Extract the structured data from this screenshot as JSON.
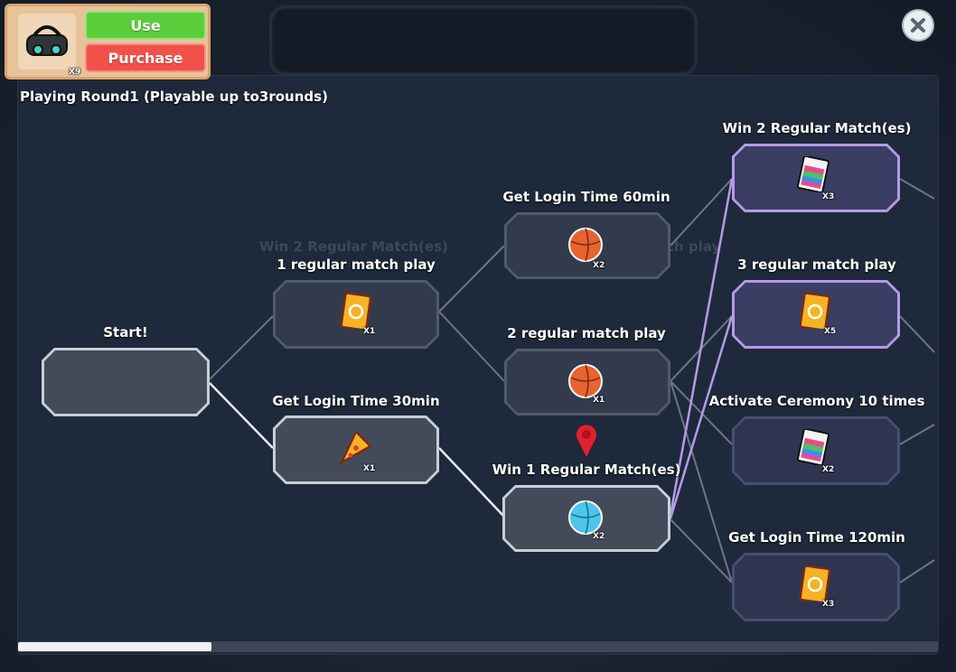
{
  "item_panel": {
    "item_icon": "vr-goggles-icon",
    "item_count": "X9",
    "use_label": "Use",
    "purchase_label": "Purchase"
  },
  "close_icon": "close-icon",
  "round_label": "Playing Round1 (Playable up to3rounds)",
  "ghost_labels": {
    "behind_left": "Win 2 Regular Match(es)",
    "behind_right": "gular match play"
  },
  "nodes": {
    "start": {
      "label": "Start!"
    },
    "match_play_1": {
      "label": "1 regular match play",
      "reward_icon": "ticket-card-icon",
      "qty": "X1"
    },
    "login_30": {
      "label": "Get Login Time 30min",
      "reward_icon": "pizza-card-icon",
      "qty": "X1"
    },
    "login_60": {
      "label": "Get Login Time 60min",
      "reward_icon": "orange-ball-icon",
      "qty": "X2"
    },
    "match_play_2": {
      "label": "2 regular match play",
      "reward_icon": "orange-ball-icon",
      "qty": "X1"
    },
    "win_1": {
      "label": "Win 1 Regular Match(es)",
      "reward_icon": "blue-ball-icon",
      "qty": "X2"
    },
    "win_2": {
      "label": "Win 2 Regular Match(es)",
      "reward_icon": "rainbow-pack-icon",
      "qty": "X3"
    },
    "match_play_3": {
      "label": "3 regular match play",
      "reward_icon": "ticket-card-icon",
      "qty": "X5"
    },
    "ceremony_10": {
      "label": "Activate Ceremony 10 times",
      "reward_icon": "rainbow-pack-icon",
      "qty": "X2"
    },
    "login_120": {
      "label": "Get Login Time 120min",
      "reward_icon": "ticket-card-icon",
      "qty": "X3"
    }
  },
  "progress": {
    "fraction": 0.21
  },
  "colors": {
    "use_button": "#5ccd3a",
    "purchase_button": "#f0524b",
    "active_border": "#c9ced6",
    "purple_border": "#b69ae6",
    "pin": "#e0212b"
  }
}
